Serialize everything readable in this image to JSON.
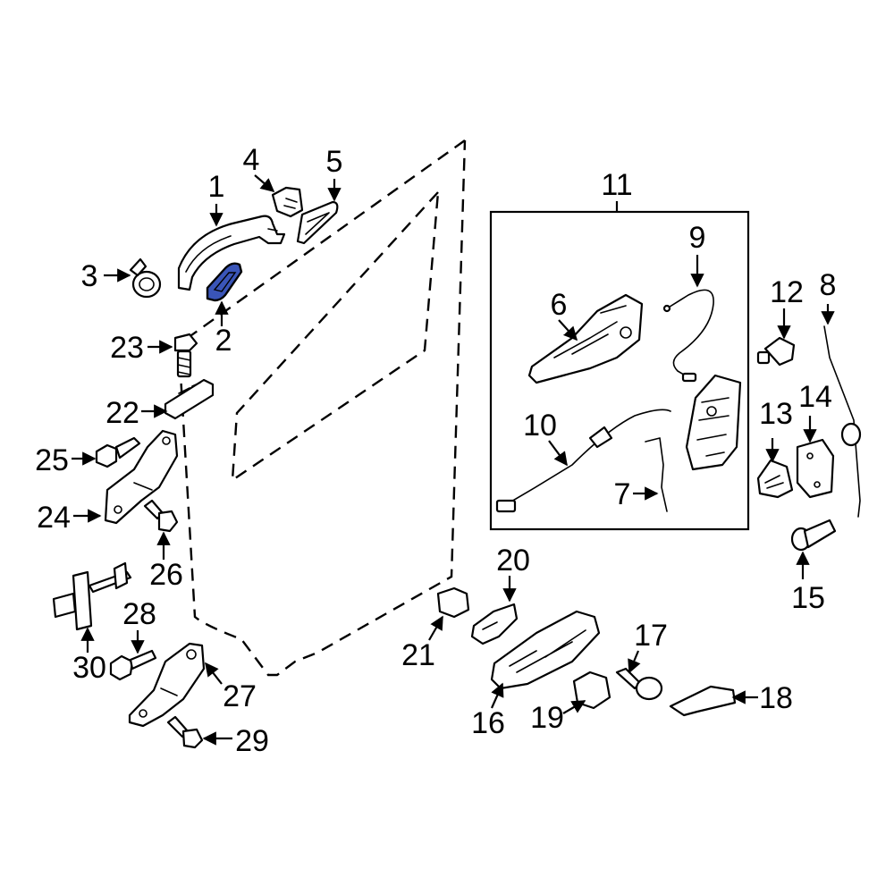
{
  "diagram": {
    "highlight_color": "#3a55b8",
    "group_box_label": "11",
    "callouts": [
      {
        "id": "c1",
        "label": "1"
      },
      {
        "id": "c2",
        "label": "2"
      },
      {
        "id": "c3",
        "label": "3"
      },
      {
        "id": "c4",
        "label": "4"
      },
      {
        "id": "c5",
        "label": "5"
      },
      {
        "id": "c6",
        "label": "6"
      },
      {
        "id": "c7",
        "label": "7"
      },
      {
        "id": "c8",
        "label": "8"
      },
      {
        "id": "c9",
        "label": "9"
      },
      {
        "id": "c10",
        "label": "10"
      },
      {
        "id": "c12",
        "label": "12"
      },
      {
        "id": "c13",
        "label": "13"
      },
      {
        "id": "c14",
        "label": "14"
      },
      {
        "id": "c15",
        "label": "15"
      },
      {
        "id": "c16",
        "label": "16"
      },
      {
        "id": "c17",
        "label": "17"
      },
      {
        "id": "c18",
        "label": "18"
      },
      {
        "id": "c19",
        "label": "19"
      },
      {
        "id": "c20",
        "label": "20"
      },
      {
        "id": "c21",
        "label": "21"
      },
      {
        "id": "c22",
        "label": "22"
      },
      {
        "id": "c23",
        "label": "23"
      },
      {
        "id": "c24",
        "label": "24"
      },
      {
        "id": "c25",
        "label": "25"
      },
      {
        "id": "c26",
        "label": "26"
      },
      {
        "id": "c27",
        "label": "27"
      },
      {
        "id": "c28",
        "label": "28"
      },
      {
        "id": "c29",
        "label": "29"
      },
      {
        "id": "c30",
        "label": "30"
      }
    ]
  }
}
